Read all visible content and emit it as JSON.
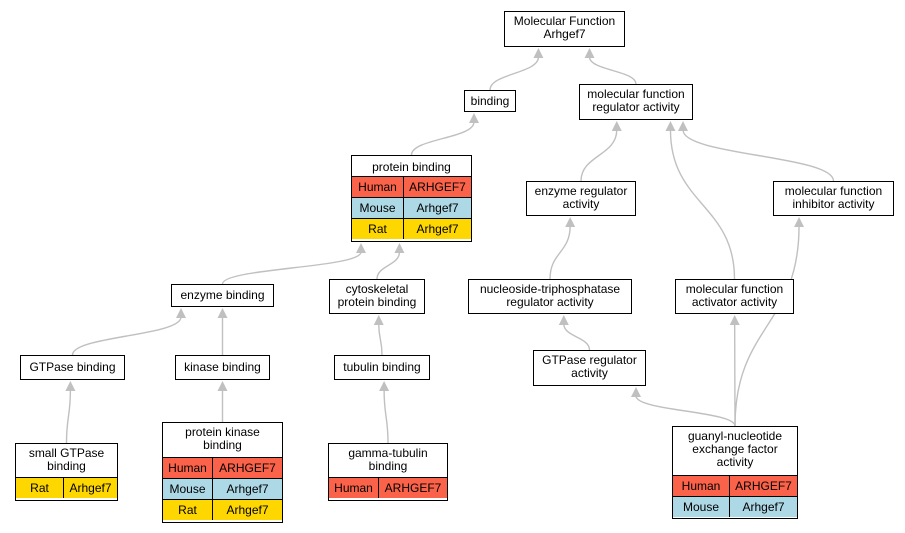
{
  "colors": {
    "human": "#fa6249",
    "mouse": "#add8e6",
    "rat": "#ffd700",
    "edge": "#c0c0c0"
  },
  "nodes": {
    "root": {
      "line1": "Molecular Function",
      "line2": "Arhgef7"
    },
    "binding": {
      "label": "binding"
    },
    "mf_regulator": {
      "line1": "molecular function",
      "line2": "regulator activity"
    },
    "protein_binding": {
      "label": "protein binding",
      "rows": [
        {
          "species": "Human",
          "gene": "ARHGEF7"
        },
        {
          "species": "Mouse",
          "gene": "Arhgef7"
        },
        {
          "species": "Rat",
          "gene": "Arhgef7"
        }
      ]
    },
    "enzyme_regulator": {
      "line1": "enzyme regulator",
      "line2": "activity"
    },
    "mf_inhibitor": {
      "line1": "molecular function",
      "line2": "inhibitor activity"
    },
    "enzyme_binding": {
      "label": "enzyme binding"
    },
    "cytoskeletal_binding": {
      "line1": "cytoskeletal",
      "line2": "protein binding"
    },
    "ntpase_regulator": {
      "line1": "nucleoside-triphosphatase",
      "line2": "regulator activity"
    },
    "mf_activator": {
      "line1": "molecular function",
      "line2": "activator activity"
    },
    "gtpase_binding": {
      "label": "GTPase binding"
    },
    "kinase_binding": {
      "label": "kinase binding"
    },
    "tubulin_binding": {
      "label": "tubulin binding"
    },
    "gtpase_regulator": {
      "line1": "GTPase regulator",
      "line2": "activity"
    },
    "small_gtpase_binding": {
      "line1": "small GTPase",
      "line2": "binding",
      "rows": [
        {
          "species": "Rat",
          "gene": "Arhgef7"
        }
      ]
    },
    "protein_kinase_binding": {
      "line1": "protein kinase",
      "line2": "binding",
      "rows": [
        {
          "species": "Human",
          "gene": "ARHGEF7"
        },
        {
          "species": "Mouse",
          "gene": "Arhgef7"
        },
        {
          "species": "Rat",
          "gene": "Arhgef7"
        }
      ]
    },
    "gamma_tubulin_binding": {
      "line1": "gamma-tubulin",
      "line2": "binding",
      "rows": [
        {
          "species": "Human",
          "gene": "ARHGEF7"
        }
      ]
    },
    "guanyl_gef": {
      "line1": "guanyl-nucleotide",
      "line2": "exchange factor",
      "line3": "activity",
      "rows": [
        {
          "species": "Human",
          "gene": "ARHGEF7"
        },
        {
          "species": "Mouse",
          "gene": "Arhgef7"
        }
      ]
    }
  },
  "edges": [
    {
      "from": "binding",
      "to": "root"
    },
    {
      "from": "mf_regulator",
      "to": "root"
    },
    {
      "from": "protein_binding",
      "to": "binding"
    },
    {
      "from": "enzyme_regulator",
      "to": "mf_regulator"
    },
    {
      "from": "mf_activator",
      "to": "mf_regulator"
    },
    {
      "from": "mf_inhibitor",
      "to": "mf_regulator"
    },
    {
      "from": "enzyme_binding",
      "to": "protein_binding"
    },
    {
      "from": "cytoskeletal_binding",
      "to": "protein_binding"
    },
    {
      "from": "ntpase_regulator",
      "to": "enzyme_regulator"
    },
    {
      "from": "gtpase_binding",
      "to": "enzyme_binding"
    },
    {
      "from": "kinase_binding",
      "to": "enzyme_binding"
    },
    {
      "from": "tubulin_binding",
      "to": "cytoskeletal_binding"
    },
    {
      "from": "gtpase_regulator",
      "to": "ntpase_regulator"
    },
    {
      "from": "small_gtpase_binding",
      "to": "gtpase_binding"
    },
    {
      "from": "protein_kinase_binding",
      "to": "kinase_binding"
    },
    {
      "from": "gamma_tubulin_binding",
      "to": "tubulin_binding"
    },
    {
      "from": "guanyl_gef",
      "to": "gtpase_regulator"
    },
    {
      "from": "guanyl_gef",
      "to": "mf_activator"
    },
    {
      "from": "guanyl_gef",
      "to": "mf_inhibitor"
    }
  ]
}
